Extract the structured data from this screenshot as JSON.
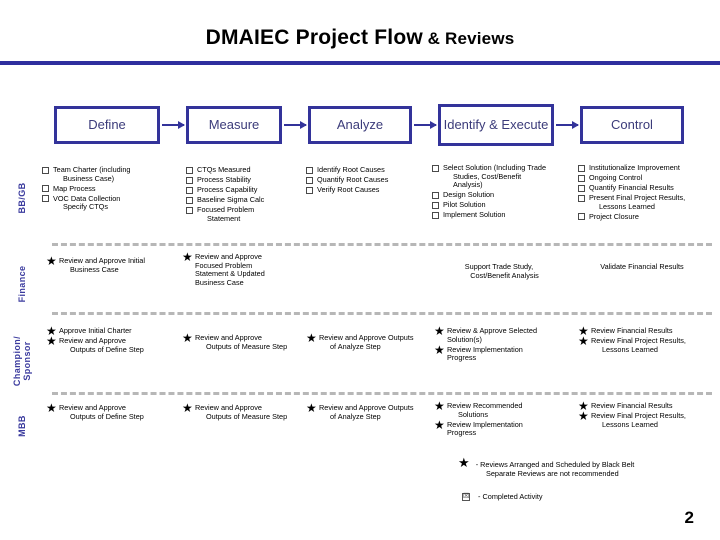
{
  "slide": {
    "title_main": "DMAIEC Project Flow",
    "title_sub": "& Reviews",
    "page_number": "2",
    "accent_color": "#33339a",
    "separator_color": "#b7b7b7"
  },
  "phases": [
    {
      "id": "define",
      "label": "Define"
    },
    {
      "id": "measure",
      "label": "Measure"
    },
    {
      "id": "analyze",
      "label": "Analyze"
    },
    {
      "id": "identify",
      "label": "Identify & Execute"
    },
    {
      "id": "control",
      "label": "Control"
    }
  ],
  "lanes": [
    {
      "id": "bbgb",
      "label": "BB/GB"
    },
    {
      "id": "finance",
      "label": "Finance"
    },
    {
      "id": "champion",
      "label": "Champion/ Sponsor"
    },
    {
      "id": "mbb",
      "label": "MBB"
    }
  ],
  "bbgb": {
    "define": [
      {
        "line1": "Team Charter (including",
        "line2": "Business Case)"
      },
      {
        "line1": "Map Process"
      },
      {
        "line1": "VOC Data Collection",
        "line2": "Specify CTQs"
      }
    ],
    "measure": [
      {
        "line1": "CTQs Measured"
      },
      {
        "line1": "Process Stability"
      },
      {
        "line1": "Process Capability"
      },
      {
        "line1": "Baseline Sigma Calc"
      },
      {
        "line1": "Focused Problem",
        "line2": "Statement"
      }
    ],
    "analyze": [
      {
        "line1": "Identify Root Causes"
      },
      {
        "line1": "Quantify Root Causes"
      },
      {
        "line1": "Verify Root Causes"
      }
    ],
    "identify": [
      {
        "line1": "Select Solution (Including Trade",
        "line2": "Studies, Cost/Benefit",
        "line3": "Analysis)"
      },
      {
        "line1": "Design Solution"
      },
      {
        "line1": "Pilot Solution"
      },
      {
        "line1": "Implement Solution"
      }
    ],
    "control": [
      {
        "line1": "Institutionalize Improvement"
      },
      {
        "line1": "Ongoing Control"
      },
      {
        "line1": "Quantify Financial Results"
      },
      {
        "line1": "Present Final Project Results,",
        "line2": "Lessons Learned"
      },
      {
        "line1": "Project Closure"
      }
    ]
  },
  "finance": {
    "define": [
      {
        "star": true,
        "line1": "Review and Approve Initial",
        "line2": "Business Case"
      }
    ],
    "measure": [
      {
        "star": true,
        "line1": "Review and Approve",
        "line2": "Focused Problem",
        "line3": "Statement & Updated",
        "line4": "Business Case"
      }
    ],
    "analyze": [],
    "identify": [
      {
        "star": false,
        "line1": "Support Trade Study,",
        "line2": "Cost/Benefit Analysis"
      }
    ],
    "control": [
      {
        "star": false,
        "line1": "Validate Financial Results"
      }
    ]
  },
  "champion": {
    "define": [
      {
        "star": true,
        "line1": "Approve Initial Charter"
      },
      {
        "star": true,
        "line1": "Review and Approve",
        "line2": "Outputs of Define Step"
      }
    ],
    "measure": [
      {
        "star": true,
        "line1": "Review and Approve",
        "line2": "Outputs of Measure Step"
      }
    ],
    "analyze": [
      {
        "star": true,
        "line1": "Review and Approve Outputs",
        "line2": "of Analyze Step"
      }
    ],
    "identify": [
      {
        "star": true,
        "line1": "Review & Approve Selected",
        "line2": "Solution(s)"
      },
      {
        "star": true,
        "line1": "Review Implementation",
        "line2": "Progress"
      }
    ],
    "control": [
      {
        "star": true,
        "line1": "Review Financial Results"
      },
      {
        "star": true,
        "line1": "Review Final Project Results,",
        "line2": "Lessons Learned"
      }
    ]
  },
  "mbb": {
    "define": [
      {
        "star": true,
        "line1": "Review and Approve",
        "line2": "Outputs of Define Step"
      }
    ],
    "measure": [
      {
        "star": true,
        "line1": "Review and Approve",
        "line2": "Outputs of Measure Step"
      }
    ],
    "analyze": [
      {
        "star": true,
        "line1": "Review and Approve Outputs",
        "line2": "of Analyze Step"
      }
    ],
    "identify": [
      {
        "star": true,
        "line1": "Review Recommended",
        "line2": "Solutions"
      },
      {
        "star": true,
        "line1": "Review Implementation",
        "line2": "Progress"
      }
    ],
    "control": [
      {
        "star": true,
        "line1": "Review Financial Results"
      },
      {
        "star": true,
        "line1": "Review Final Project Results,",
        "line2": "Lessons Learned"
      }
    ]
  },
  "legend": {
    "star_glyph": "★",
    "star_line1": "- Reviews Arranged and Scheduled by Black Belt",
    "star_line2": "Separate Reviews are not recommended",
    "check_glyph": "☒",
    "check_text": "- Completed Activity"
  }
}
